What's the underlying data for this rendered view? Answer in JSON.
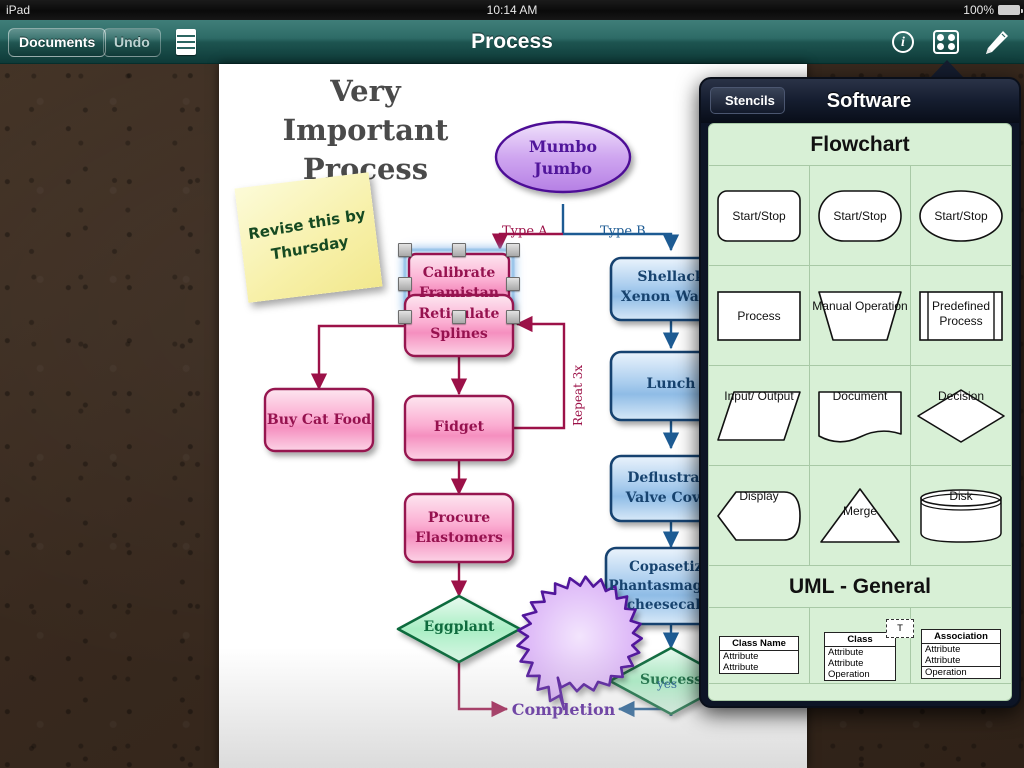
{
  "status_bar": {
    "device": "iPad",
    "time": "10:14 AM",
    "battery": "100%"
  },
  "toolbar": {
    "documents_label": "Documents",
    "undo_label": "Undo",
    "title": "Process",
    "layers_icon": "layers-icon",
    "info_icon": "info-icon",
    "stencil_icon": "stencil-icon",
    "pencil_icon": "pencil-icon"
  },
  "canvas": {
    "doc_title": "Very Important Process",
    "sticky_note": "Revise this by Thursday"
  },
  "flowchart": {
    "nodes": [
      {
        "id": "mumbo",
        "label": "Mumbo Jumbo",
        "shape": "ellipse",
        "color": "#51169b"
      },
      {
        "id": "calibrate",
        "label": "Calibrate Framistan",
        "shape": "rounded",
        "color": "#96124f",
        "selected": true
      },
      {
        "id": "reticulate",
        "label": "Reticulate Splines",
        "shape": "rounded",
        "color": "#96124f"
      },
      {
        "id": "catfood",
        "label": "Buy Cat Food",
        "shape": "rounded",
        "color": "#96124f"
      },
      {
        "id": "fidget",
        "label": "Fidget",
        "shape": "rounded",
        "color": "#96124f"
      },
      {
        "id": "procure",
        "label": "Procure Elastomers",
        "shape": "rounded",
        "color": "#96124f"
      },
      {
        "id": "eggplant",
        "label": "Eggplant",
        "shape": "diamond",
        "color": "#0f6b3e"
      },
      {
        "id": "shellack",
        "label": "Shellack Xenon Wafer",
        "shape": "rounded",
        "color": "#17436f"
      },
      {
        "id": "lunch",
        "label": "Lunch",
        "shape": "rounded",
        "color": "#17436f"
      },
      {
        "id": "deflust",
        "label": "Deflustrate Valve Cover",
        "shape": "rounded",
        "color": "#17436f"
      },
      {
        "id": "copa",
        "label": "Copasetize Phantasmagoric cheesecake",
        "shape": "rounded",
        "color": "#17436f"
      },
      {
        "id": "success",
        "label": "Success",
        "shape": "diamond",
        "color": "#0f6b3e"
      },
      {
        "id": "completion",
        "label": "Completion",
        "shape": "starburst",
        "color": "#51169b"
      }
    ],
    "edge_labels": [
      {
        "id": "typeA",
        "text": "Type A",
        "color": "#9c1148"
      },
      {
        "id": "typeB",
        "text": "Type B",
        "color": "#1d5b93"
      },
      {
        "id": "repeat",
        "text": "Repeat 3x",
        "color": "#9c1148"
      },
      {
        "id": "yes",
        "text": "yes",
        "color": "#1d5b93"
      }
    ]
  },
  "popover": {
    "back_label": "Stencils",
    "title": "Software",
    "sections": [
      {
        "heading": "Flowchart",
        "rows": [
          [
            {
              "label": "Start/Stop",
              "shape": "rounded-rect"
            },
            {
              "label": "Start/Stop",
              "shape": "stadium"
            },
            {
              "label": "Start/Stop",
              "shape": "ellipse"
            }
          ],
          [
            {
              "label": "Process",
              "shape": "rect"
            },
            {
              "label": "Manual Operation",
              "shape": "trapezoid"
            },
            {
              "label": "Predefined Process",
              "shape": "predefined"
            }
          ],
          [
            {
              "label": "Input/ Output",
              "shape": "parallelogram"
            },
            {
              "label": "Document",
              "shape": "document"
            },
            {
              "label": "Decision",
              "shape": "diamond"
            }
          ],
          [
            {
              "label": "Display",
              "shape": "display"
            },
            {
              "label": "Merge",
              "shape": "triangle"
            },
            {
              "label": "Disk",
              "shape": "cylinder"
            }
          ]
        ]
      },
      {
        "heading": "UML - General",
        "rows": [
          [
            {
              "shape": "uml-class",
              "header": "Class Name",
              "rows": [
                "Attribute",
                "Attribute"
              ]
            },
            {
              "shape": "uml-class-t",
              "header": "Class",
              "rows": [
                "Attribute",
                "Attribute",
                "Operation"
              ],
              "badge": "T"
            },
            {
              "shape": "uml-class",
              "header": "Association",
              "rows": [
                "Attribute",
                "Attribute",
                "Operation"
              ]
            }
          ]
        ]
      }
    ]
  }
}
